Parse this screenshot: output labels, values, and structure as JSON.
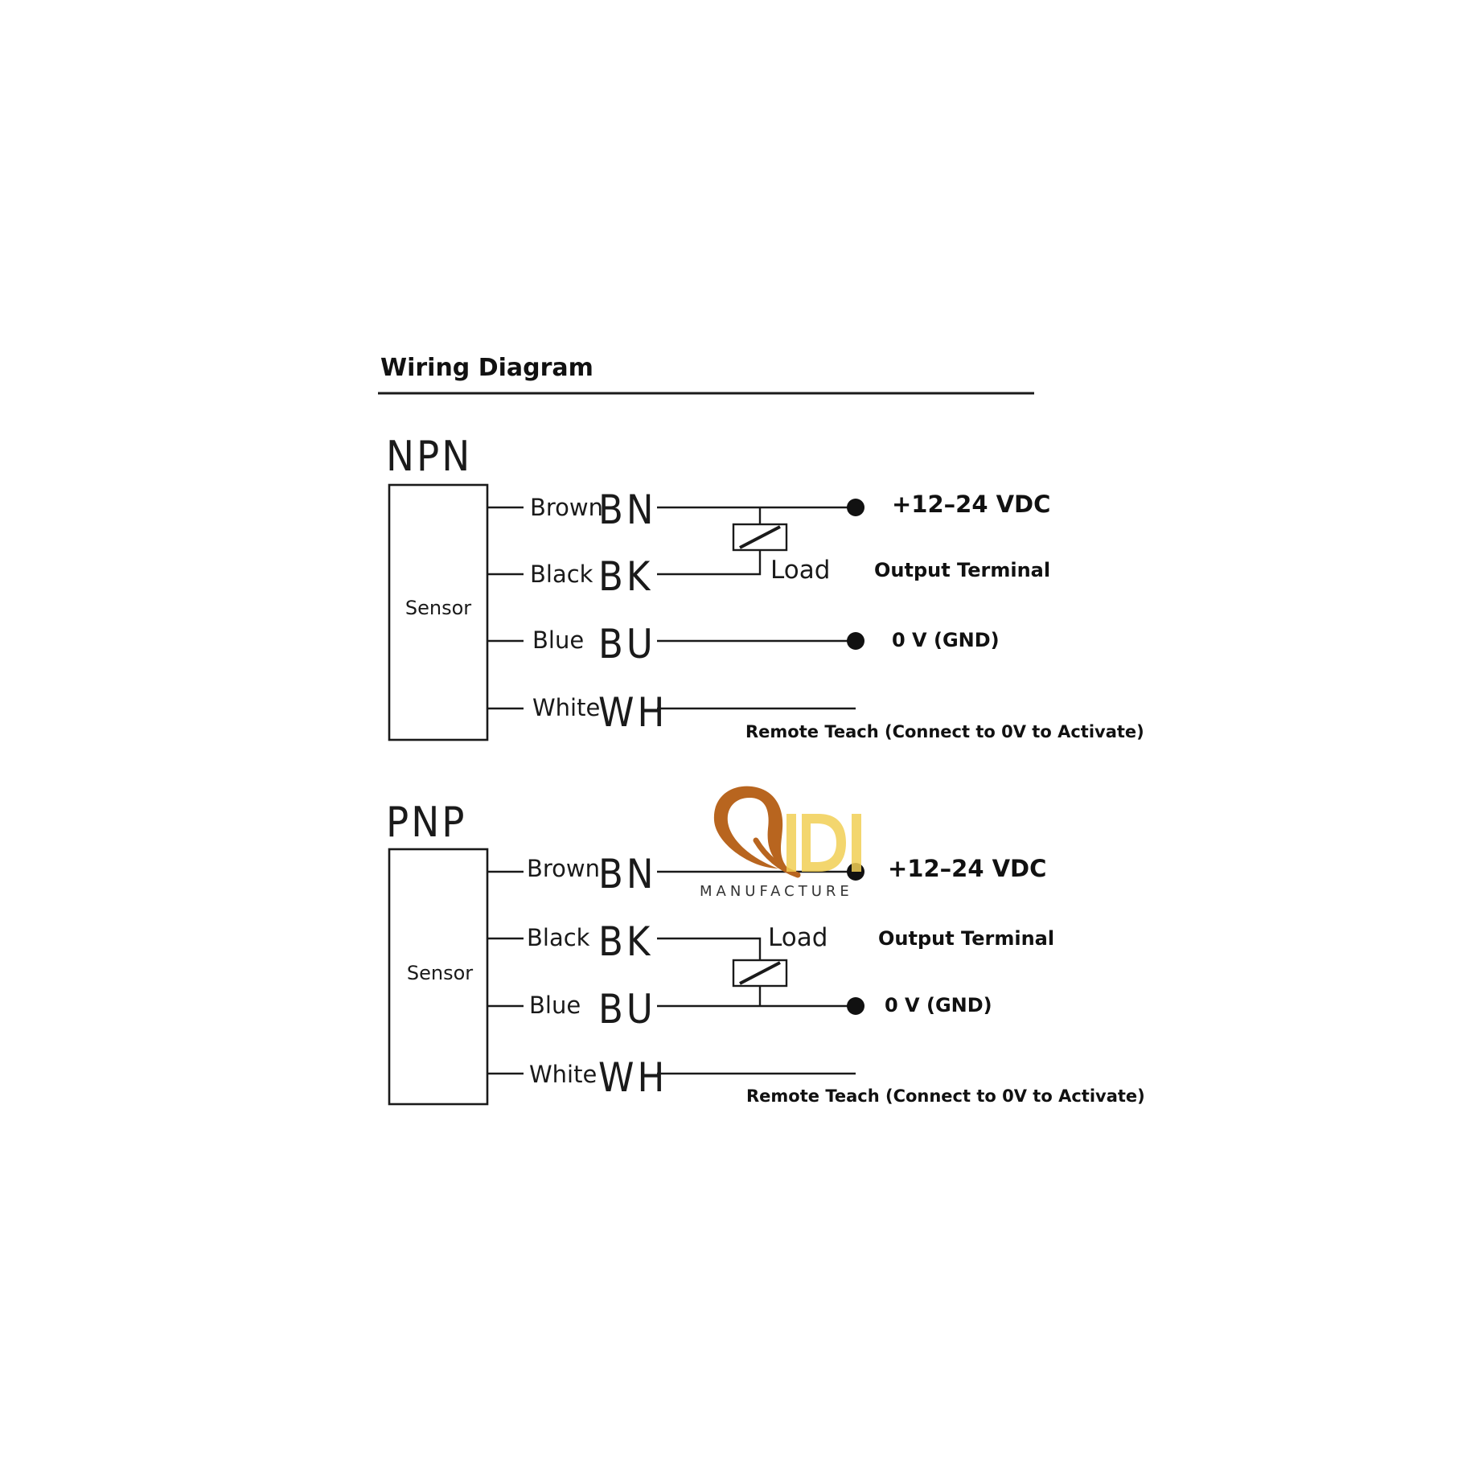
{
  "title": "Wiring Diagram",
  "sensor_label": "Sensor",
  "load_label": "Load",
  "wires": [
    {
      "color_name": "Brown",
      "code": "BN"
    },
    {
      "color_name": "Black",
      "code": "BK"
    },
    {
      "color_name": "Blue",
      "code": "BU"
    },
    {
      "color_name": "White",
      "code": "WH"
    }
  ],
  "terminals": {
    "supply": "+12–24 VDC",
    "output": "Output Terminal",
    "ground": "0 V (GND)",
    "teach": "Remote Teach (Connect to 0V to Activate)"
  },
  "sections": [
    {
      "scheme": "NPN",
      "load_between": [
        "BN",
        "BK"
      ]
    },
    {
      "scheme": "PNP",
      "load_between": [
        "BK",
        "BU"
      ]
    }
  ],
  "watermark": {
    "logo_text": "QIDI",
    "tagline": "MANUFACTURE",
    "colors": {
      "q": "#b8651f",
      "idi": "#f2cf55"
    }
  }
}
